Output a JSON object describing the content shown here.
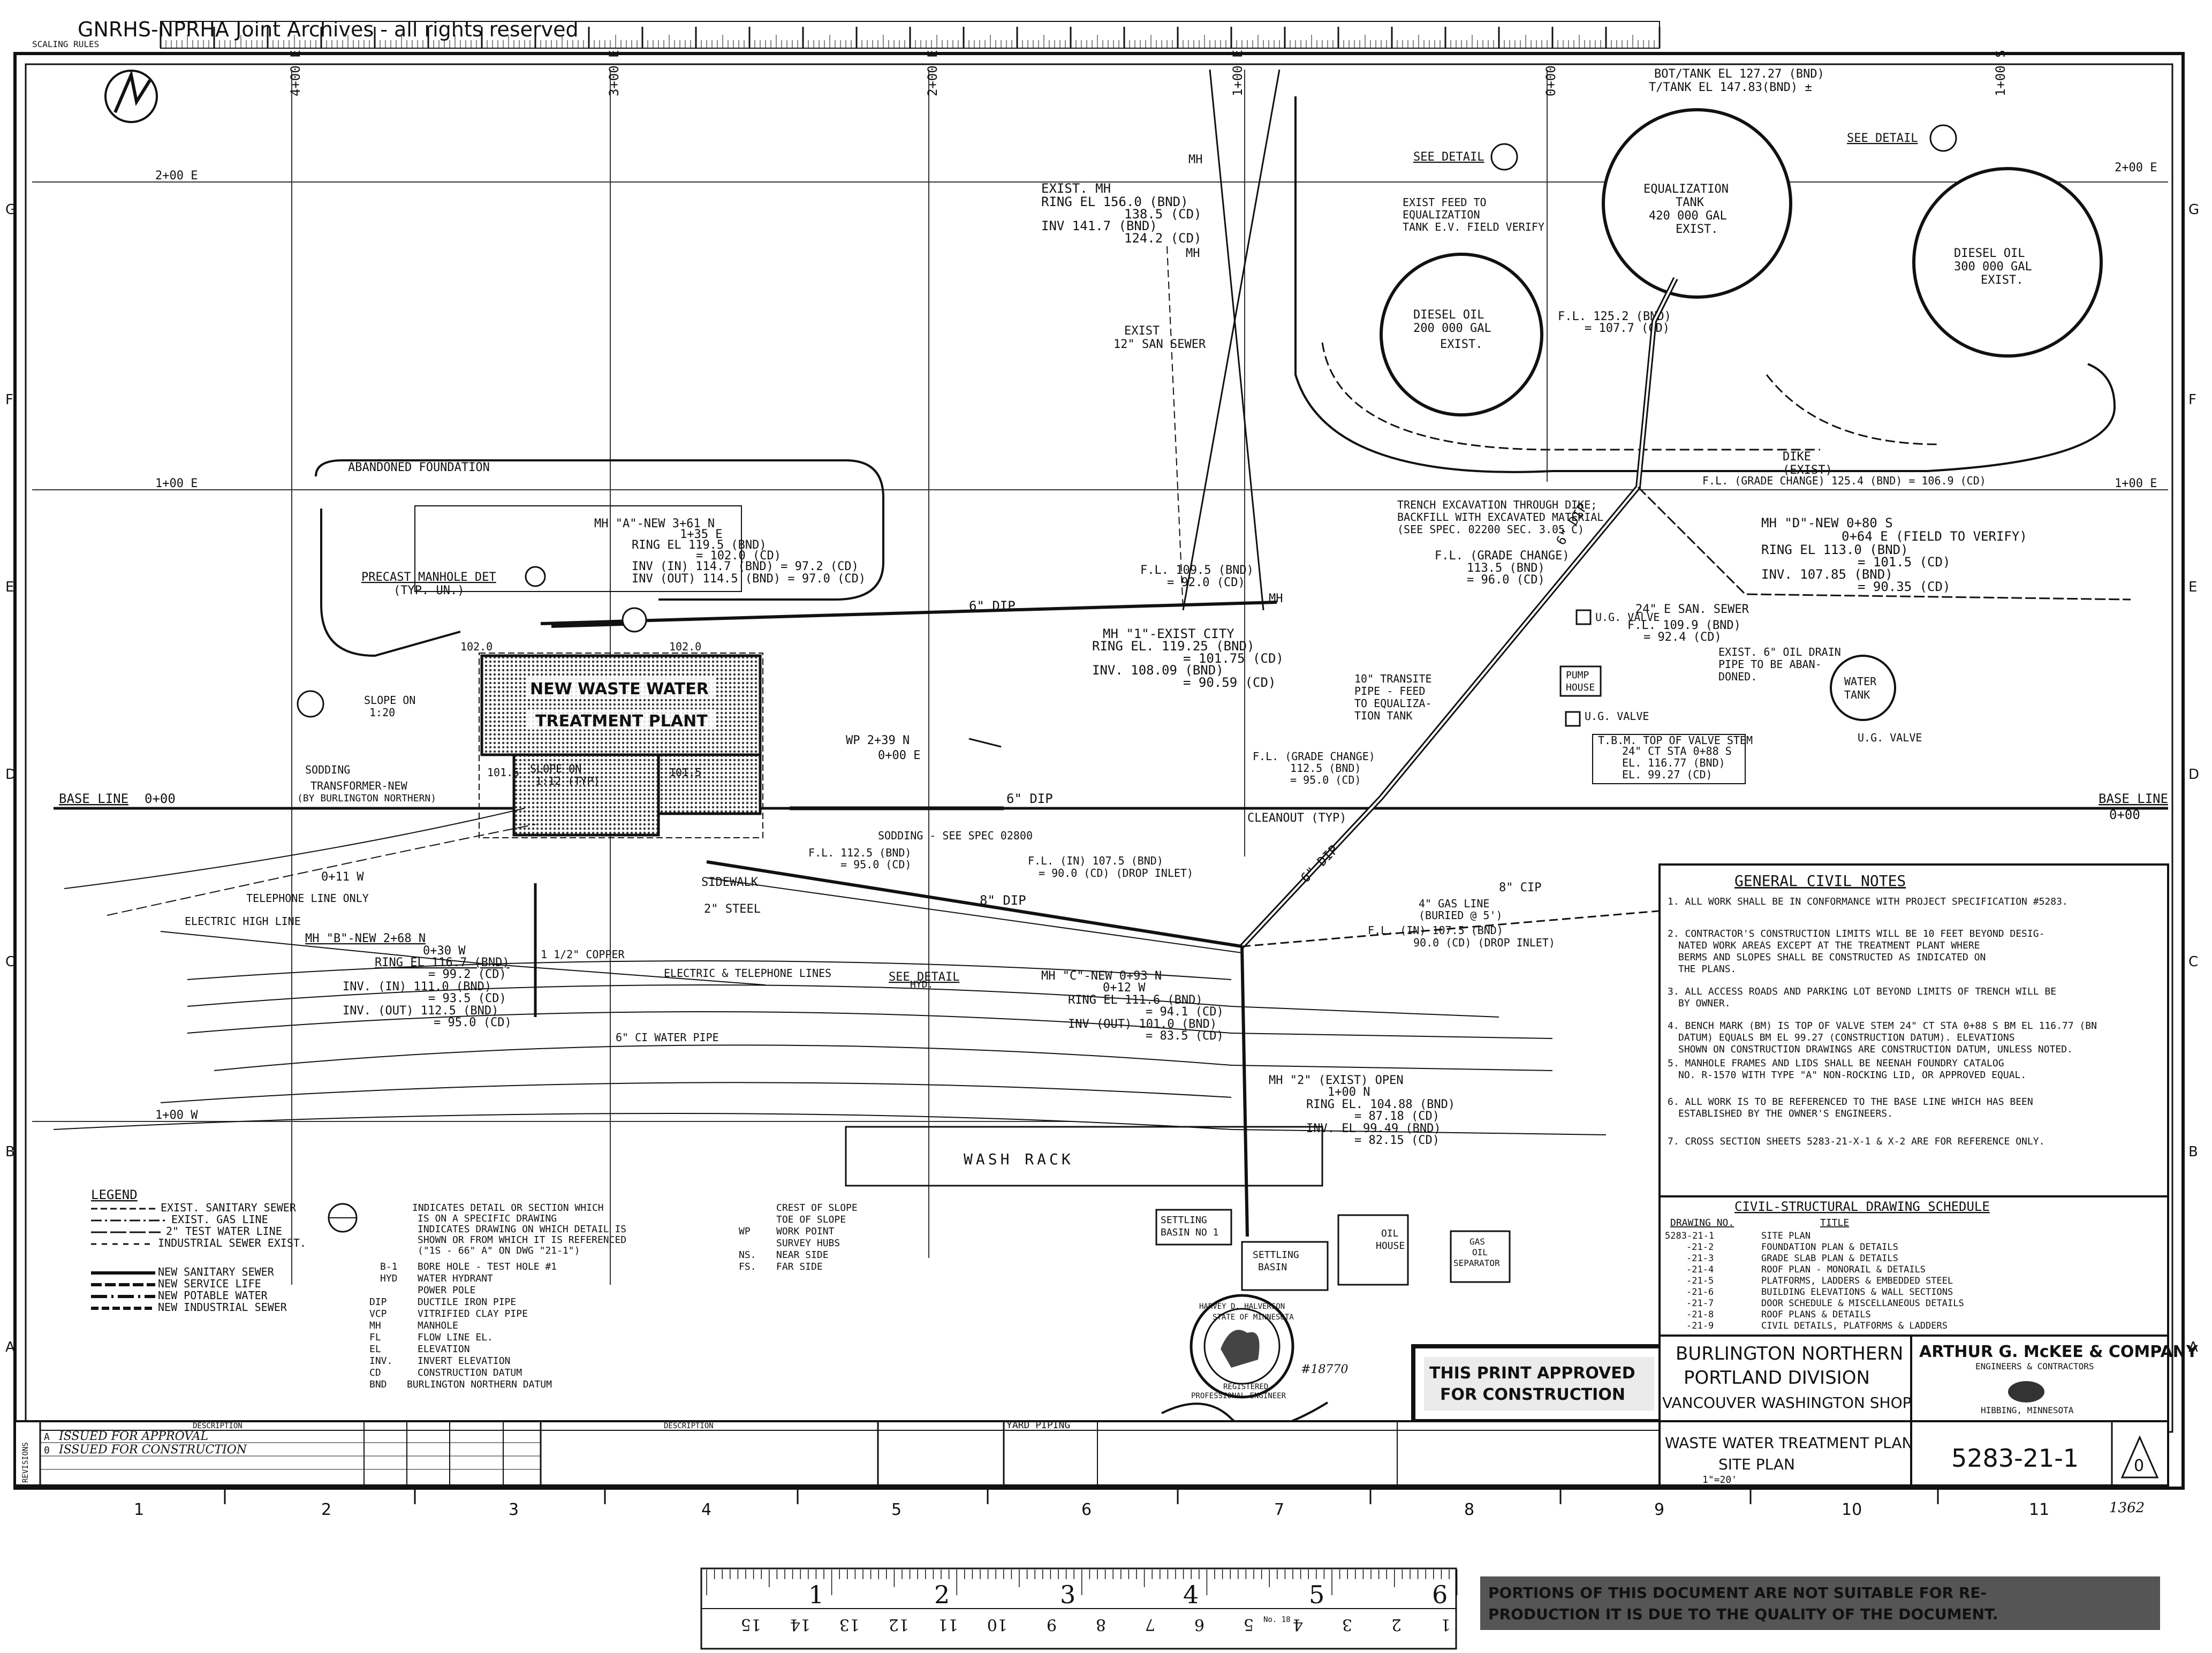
{
  "watermark": "GNRHS-NPRHA Joint Archives - all rights reserved",
  "scaling_rules": "SCALING RULES",
  "north_arrow": "north-arrow-icon",
  "stations": {
    "top": [
      "4+00 E",
      "3+00 E",
      "2+00 E",
      "1+00 E",
      "0+00",
      "1+00 S"
    ],
    "left_2e": "2+00 E",
    "left_1e": "1+00 E",
    "left_1w": "1+00 W",
    "right_2e": "2+00 E",
    "right_1e": "1+00 E",
    "base_line": "BASE LINE",
    "base_line_sta": "0+00",
    "base_line_right": "BASE LINE",
    "base_line_right_sta": "0+00",
    "sta_0_11w": "0+11 W",
    "wp": "WP 2+39 N",
    "wp2": "0+00 E"
  },
  "grid_letters": [
    "G",
    "F",
    "E",
    "D",
    "C",
    "B",
    "A"
  ],
  "grid_numbers": [
    "1",
    "2",
    "3",
    "4",
    "5",
    "6",
    "7",
    "8",
    "9",
    "10",
    "11"
  ],
  "tanks": {
    "equalization": [
      "EQUALIZATION",
      "TANK",
      "420 000 GAL",
      "EXIST."
    ],
    "diesel_left": [
      "DIESEL OIL",
      "200 000 GAL",
      "EXIST."
    ],
    "diesel_right": [
      "DIESEL OIL",
      "300 000 GAL",
      "EXIST."
    ],
    "tank_el": [
      "BOT/TANK EL 127.27 (BND)",
      "T/TANK EL 147.83(BND) ±"
    ]
  },
  "see_detail_5": "SEE DETAIL",
  "see_detail_2": "SEE DETAIL",
  "exist_feed": [
    "EXIST FEED TO",
    "EQUALIZATION",
    "TANK  E.V. FIELD VERIFY"
  ],
  "exist_mh": [
    "EXIST. MH",
    "RING EL  156.0 (BND)",
    "138.5 (CD)",
    "INV    141.7 (BND)",
    "124.2 (CD)"
  ],
  "mh_label": "MH",
  "sewer_12": [
    "EXIST",
    "12\" SAN SEWER"
  ],
  "fl_1252": [
    "F.L. 125.2 (BND)",
    "= 107.7 (CD)"
  ],
  "dike": [
    "DIKE",
    "(EXIST)"
  ],
  "fl_grade_right": "F.L. (GRADE CHANGE) 125.4 (BND) = 106.9 (CD)",
  "trench": [
    "TRENCH EXCAVATION THROUGH DIKE;",
    "BACKFILL WITH EXCAVATED MATERIAL",
    "(SEE SPEC. 02200 SEC. 3.05 C)"
  ],
  "mh_d": [
    "MH \"D\"-NEW 0+80 S",
    "0+64 E (FIELD TO VERIFY)",
    "RING EL  113.0 (BND)",
    "= 101.5 (CD)",
    "INV.    107.85 (BND)",
    "= 90.35 (CD)"
  ],
  "abandoned": "ABANDONED FOUNDATION",
  "mh_a": [
    "MH \"A\"-NEW 3+61 N",
    "1+35 E",
    "RING EL  119.5 (BND)",
    "= 102.0 (CD)",
    "INV (IN) 114.7 (BND) = 97.2 (CD)",
    "INV (OUT) 114.5 (BND) = 97.0 (CD)"
  ],
  "precast": [
    "PRECAST MANHOLE DET",
    "(TYP. UN.)"
  ],
  "fl_1095": [
    "F.L. 109.5 (BND)",
    "= 92.0 (CD)"
  ],
  "mh_label2": "MH",
  "pipe_6_top": "6\" DIP",
  "fl_gc_mid": [
    "F.L. (GRADE CHANGE)",
    "113.5 (BND)",
    "= 96.0 (CD)"
  ],
  "pipe_6_slope": "6\" DIP",
  "san_sewer_24": "24\" E SAN. SEWER",
  "fl_1099": [
    "F.L. 109.9 (BND)",
    "= 92.4 (CD)"
  ],
  "mh_1": [
    "MH \"1\"-EXIST CITY",
    "RING EL.  119.25 (BND)",
    "= 101.75 (CD)",
    "INV.     108.09 (BND)",
    "= 90.59 (CD)"
  ],
  "transite": [
    "10\" TRANSITE",
    "PIPE - FEED",
    "TO EQUALIZA-",
    "TION TANK"
  ],
  "valves": {
    "ug1": "U.G. VALVE",
    "ug2": "U.G. VALVE",
    "ug3": "U.G. VALVE"
  },
  "pump": [
    "PUMP",
    "HOUSE"
  ],
  "exist_oil_drain": [
    "EXIST. 6\" OIL DRAIN",
    "PIPE TO BE ABAN-",
    "DONED."
  ],
  "water_tank": [
    "WATER",
    "TANK"
  ],
  "tbm": [
    "T.B.M. TOP OF VALVE STEM",
    "24\" CT STA 0+88 S",
    "EL. 116.77 (BND)",
    "EL. 99.27 (CD)"
  ],
  "building": [
    "NEW WASTE WATER",
    "TREATMENT PLANT"
  ],
  "elevs": {
    "e1": "102.0",
    "e2": "102.0",
    "e3": "101.5",
    "e4": "101.5"
  },
  "slope_on_left": [
    "SLOPE ON",
    "1:20"
  ],
  "slope_on_mid": [
    "SLOPE ON",
    "1:12 (TYP)"
  ],
  "sodding_left": "SODDING",
  "transformer": [
    "TRANSFORMER-NEW",
    "(BY BURLINGTON NORTHERN)"
  ],
  "sodding_right": "SODDING - SEE SPEC 02800",
  "fl_1125": [
    "F.L.",
    "112.5 (BND)",
    "= 95.0 (CD)"
  ],
  "pipe_6_base": "6\" DIP",
  "fl_grade_lower": [
    "F.L. (GRADE CHANGE)",
    "112.5 (BND)",
    "= 95.0 (CD)"
  ],
  "cleanout": "CLEANOUT (TYP)",
  "pipe_6_diag": "6\" DIP",
  "fl_in_1075": [
    "F.L. (IN) 107.5 (BND)",
    "= 90.0 (CD) (DROP INLET)"
  ],
  "sidewalk": "SIDEWALK",
  "pipe_2_steel": "2\" STEEL",
  "dip_8": "8\" DIP",
  "cip_8": "8\" CIP",
  "gas_line": [
    "4\" GAS LINE",
    "(BURIED @ 5')"
  ],
  "fl_in_right": [
    "F.L. (IN) 107.5 (BND)",
    "90.0 (CD) (DROP INLET)"
  ],
  "telephone": "TELEPHONE LINE ONLY",
  "electric_high": "ELECTRIC HIGH LINE",
  "mh_b": [
    "MH \"B\"-NEW 2+68 N",
    "0+30 W",
    "RING EL  116.7 (BND)",
    "= 99.2 (CD)",
    "INV. (IN) 111.0 (BND)",
    "= 93.5 (CD)",
    "INV. (OUT) 112.5 (BND)",
    "= 95.0 (CD)"
  ],
  "copper": "1 1/2\" COPPER",
  "elec_tel": "ELECTRIC & TELEPHONE LINES",
  "hyd": "HYD.",
  "see_detail_c": "SEE DETAIL",
  "mh_c": [
    "MH \"C\"-NEW 0+93 N",
    "0+12 W",
    "RING EL  111.6 (BND)",
    "= 94.1 (CD)",
    "INV (OUT) 101.0 (BND)",
    "= 83.5 (CD)"
  ],
  "water_6": "6\" CI WATER PIPE",
  "mh_2": [
    "MH \"2\" (EXIST) OPEN",
    "1+00 N",
    "RING EL. 104.88 (BND)",
    "= 87.18 (CD)",
    "INV. EL   99.49 (BND)",
    "= 82.15 (CD)"
  ],
  "wash_rack": "WASH RACK",
  "settling1": [
    "SETTLING",
    "BASIN NO 1"
  ],
  "settling2": [
    "SETTLING",
    "BASIN"
  ],
  "oil_house": [
    "OIL",
    "HOUSE"
  ],
  "gas_oil": [
    "GAS",
    "OIL",
    "SEPARATOR"
  ],
  "legend_title": "LEGEND",
  "legend": [
    "EXIST. SANITARY SEWER",
    "EXIST. GAS LINE",
    "2\" TEST WATER LINE",
    "INDUSTRIAL SEWER EXIST.",
    "NEW SANITARY SEWER",
    "NEW SERVICE LIFE",
    "NEW POTABLE WATER",
    "NEW INDUSTRIAL SEWER"
  ],
  "legend_mid": [
    "INDICATES DETAIL OR SECTION WHICH",
    "IS ON A SPECIFIC DRAWING",
    "INDICATES DRAWING ON WHICH DETAIL IS",
    "SHOWN OR FROM WHICH IT IS REFERENCED",
    "(\"1S - 66\" A\" ON DWG \"21-1\")",
    "BORE HOLE - TEST HOLE #1",
    "WATER HYDRANT",
    "POWER POLE",
    "DUCTILE IRON PIPE",
    "VITRIFIED CLAY PIPE",
    "MANHOLE",
    "FLOW LINE EL.",
    "ELEVATION",
    "INVERT ELEVATION",
    "CONSTRUCTION DATUM",
    "BURLINGTON NORTHERN DATUM"
  ],
  "legend_abbr": [
    "B-1",
    "HYD",
    "DIP",
    "VCP",
    "MH",
    "FL",
    "EL",
    "INV.",
    "CD",
    "BND"
  ],
  "legend_right": [
    "CREST OF SLOPE",
    "TOE OF SLOPE",
    "WORK POINT",
    "SURVEY HUBS",
    "NEAR SIDE",
    "FAR SIDE"
  ],
  "legend_right_abbr": [
    "WP",
    "NS.",
    "FS."
  ],
  "notes_title": "GENERAL CIVIL NOTES",
  "notes": [
    "1. ALL WORK SHALL BE IN CONFORMANCE WITH PROJECT SPECIFICATION #5283.",
    "2. CONTRACTOR'S CONSTRUCTION LIMITS WILL BE 10 FEET BEYOND DESIG-",
    "NATED WORK AREAS EXCEPT AT THE TREATMENT PLANT WHERE",
    "BERMS AND SLOPES SHALL BE CONSTRUCTED AS INDICATED ON",
    "THE PLANS.",
    "3. ALL ACCESS ROADS AND PARKING LOT BEYOND LIMITS OF TRENCH WILL BE",
    "BY OWNER.",
    "4. BENCH MARK (BM) IS TOP OF VALVE STEM 24\" CT STA 0+88 S  BM EL 116.77 (BN",
    "DATUM) EQUALS BM EL 99.27 (CONSTRUCTION DATUM). ELEVATIONS",
    "SHOWN ON CONSTRUCTION DRAWINGS ARE CONSTRUCTION DATUM, UNLESS NOTED.",
    "5. MANHOLE FRAMES AND LIDS SHALL BE NEENAH FOUNDRY CATALOG",
    "NO. R-1570 WITH TYPE \"A\" NON-ROCKING LID, OR APPROVED EQUAL.",
    "6. ALL WORK IS TO BE REFERENCED TO THE BASE LINE WHICH HAS BEEN",
    "ESTABLISHED BY THE OWNER'S ENGINEERS.",
    "7. CROSS SECTION SHEETS 5283-21-X-1 & X-2 ARE FOR REFERENCE ONLY."
  ],
  "schedule_title": "CIVIL-STRUCTURAL DRAWING SCHEDULE",
  "schedule_cols": [
    "DRAWING NO.",
    "TITLE"
  ],
  "schedule": [
    [
      "5283-21-1",
      "SITE PLAN"
    ],
    [
      "-21-2",
      "FOUNDATION PLAN & DETAILS"
    ],
    [
      "-21-3",
      "GRADE SLAB PLAN & DETAILS"
    ],
    [
      "-21-4",
      "ROOF PLAN - MONORAIL & DETAILS"
    ],
    [
      "-21-5",
      "PLATFORMS, LADDERS & EMBEDDED STEEL"
    ],
    [
      "-21-6",
      "BUILDING ELEVATIONS & WALL SECTIONS"
    ],
    [
      "-21-7",
      "DOOR SCHEDULE & MISCELLANEOUS DETAILS"
    ],
    [
      "-21-8",
      "ROOF PLANS & DETAILS"
    ],
    [
      "-21-9",
      "CIVIL DETAILS, PLATFORMS & LADDERS"
    ]
  ],
  "seal": [
    "HARVEY D. HALVERSON",
    "STATE OF MINNESOTA",
    "REGISTERED",
    "PROFESSIONAL ENGINEER"
  ],
  "seal_number": "#18770",
  "stamp": [
    "THIS PRINT APPROVED",
    "FOR CONSTRUCTION"
  ],
  "title_block": {
    "client": [
      "BURLINGTON NORTHERN",
      "PORTLAND DIVISION",
      "VANCOUVER WASHINGTON SHOPS"
    ],
    "company": "ARTHUR G. McKEE & COMPANY",
    "company_sub": "ENGINEERS & CONTRACTORS",
    "company_city": "HIBBING, MINNESOTA",
    "title": [
      "WASTE WATER TREATMENT PLANT",
      "SITE PLAN"
    ],
    "scale": "1\"=20'",
    "drawing_no": "5283-21-1",
    "revision": "0",
    "sheet_code": "1362"
  },
  "revisions": {
    "header": [
      "REVISIONS",
      "DESCRIPTION",
      "DESCRIPTION",
      "YARD PIPING"
    ],
    "rows": [
      "ISSUED FOR APPROVAL",
      "ISSUED FOR CONSTRUCTION"
    ],
    "row_marks": [
      "A",
      "0"
    ]
  },
  "ruler": {
    "top": [
      "1",
      "2",
      "3",
      "4",
      "5",
      "6"
    ],
    "bottom": [
      "1",
      "2",
      "3",
      "4",
      "5",
      "6",
      "7",
      "8",
      "9",
      "10",
      "11",
      "12",
      "13",
      "14",
      "15"
    ],
    "brand": "No. 18"
  },
  "quality_notice": [
    "PORTIONS OF THIS DOCUMENT ARE NOT SUITABLE FOR RE-",
    "PRODUCTION IT IS DUE TO THE QUALITY OF THE DOCUMENT."
  ],
  "colors": {
    "ink": "#111111",
    "paper": "#ffffff",
    "shade": "#555555"
  }
}
